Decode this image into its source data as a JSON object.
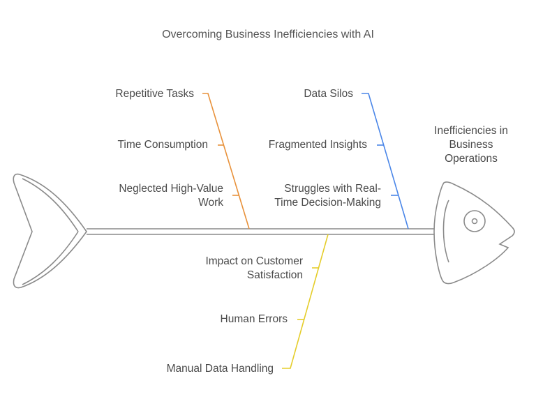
{
  "title": "Overcoming Business Inefficiencies with AI",
  "head": {
    "label_lines": [
      "Inefficiencies in",
      "Business",
      "Operations"
    ]
  },
  "colors": {
    "orange": "#e8913a",
    "blue": "#4a86e8",
    "yellow": "#e5cd2a",
    "outline": "#8a8a8a"
  },
  "branches": [
    {
      "color": "#e8913a",
      "causes": [
        {
          "lines": [
            "Repetitive Tasks"
          ]
        },
        {
          "lines": [
            "Time Consumption"
          ]
        },
        {
          "lines": [
            "Neglected High-Value",
            "Work"
          ]
        }
      ]
    },
    {
      "color": "#4a86e8",
      "causes": [
        {
          "lines": [
            "Data Silos"
          ]
        },
        {
          "lines": [
            "Fragmented Insights"
          ]
        },
        {
          "lines": [
            "Struggles with Real-",
            "Time Decision-Making"
          ]
        }
      ]
    },
    {
      "color": "#e5cd2a",
      "causes": [
        {
          "lines": [
            "Impact on Customer",
            "Satisfaction"
          ]
        },
        {
          "lines": [
            "Human Errors"
          ]
        },
        {
          "lines": [
            "Manual Data Handling"
          ]
        }
      ]
    }
  ]
}
